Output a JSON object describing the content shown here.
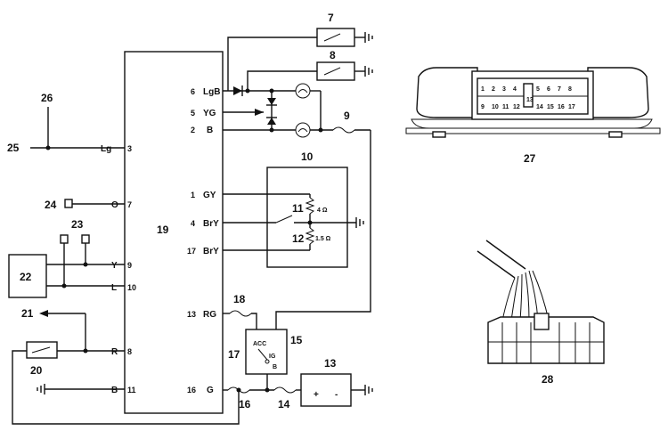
{
  "ecu": {
    "label": "19",
    "pins_left": [
      {
        "code": "Lg",
        "pin": "3"
      },
      {
        "code": "O",
        "pin": "7"
      },
      {
        "code": "Y",
        "pin": "9"
      },
      {
        "code": "L",
        "pin": "10"
      },
      {
        "code": "R",
        "pin": "8"
      },
      {
        "code": "B",
        "pin": "11"
      }
    ],
    "pins_right": [
      {
        "pin": "6",
        "code": "LgB"
      },
      {
        "pin": "5",
        "code": "YG"
      },
      {
        "pin": "2",
        "code": "B"
      },
      {
        "pin": "1",
        "code": "GY"
      },
      {
        "pin": "4",
        "code": "BrY"
      },
      {
        "pin": "17",
        "code": "BrY"
      },
      {
        "pin": "13",
        "code": "RG"
      },
      {
        "pin": "16",
        "code": "G"
      }
    ]
  },
  "callouts": {
    "c7": "7",
    "c8": "8",
    "c9": "9",
    "c10": "10",
    "c11": "11",
    "c12": "12",
    "c13": "13",
    "c14": "14",
    "c15": "15",
    "c16": "16",
    "c17": "17",
    "c18": "18",
    "c20": "20",
    "c21": "21",
    "c22": "22",
    "c23": "23",
    "c24": "24",
    "c25": "25",
    "c26": "26",
    "c27": "27",
    "c28": "28"
  },
  "resistors": {
    "r11": "4 Ω",
    "r12": "1.5 Ω"
  },
  "ign_switch": {
    "acc": "ACC",
    "ig": "IG",
    "b": "B"
  },
  "battery": {
    "plus": "+",
    "minus": "-"
  },
  "connector_27_pins": [
    "1",
    "2",
    "3",
    "4",
    "5",
    "6",
    "7",
    "8",
    "9",
    "10",
    "11",
    "12",
    "13",
    "14",
    "15",
    "16",
    "17"
  ]
}
